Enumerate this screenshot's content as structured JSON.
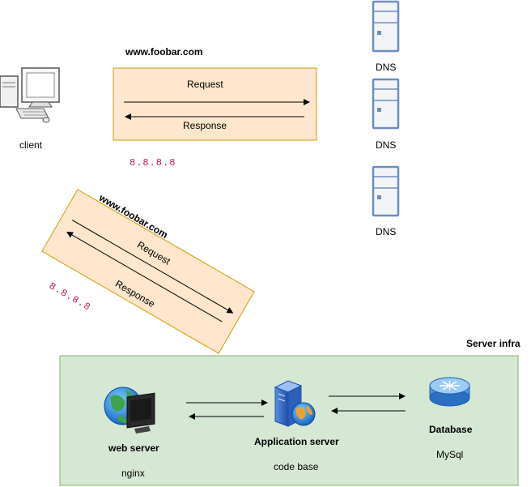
{
  "client": {
    "label": "client"
  },
  "dns": {
    "labels": [
      "DNS",
      "DNS",
      "DNS"
    ]
  },
  "flow1": {
    "domain": "www.foobar.com",
    "request": "Request",
    "response": "Response",
    "ip": "8.8.8.8"
  },
  "flow2": {
    "domain": "www.foobar.com",
    "request": "Request",
    "response": "Response",
    "ip": "8.8.8.8"
  },
  "infra": {
    "title": "Server infra",
    "web": {
      "label": "web server",
      "sub": "nginx"
    },
    "app": {
      "label": "Application server",
      "sub": "code base"
    },
    "db": {
      "label": "Database",
      "sub": "MySql"
    }
  },
  "colors": {
    "flow_fill": "#FFE6CC",
    "flow_stroke": "#D79B00",
    "infra_fill": "#D5E8D4",
    "infra_stroke": "#82B366",
    "server_fill": "#F2F4F8",
    "server_stroke": "#6C8EBF",
    "ip_text": "#C2185B"
  }
}
